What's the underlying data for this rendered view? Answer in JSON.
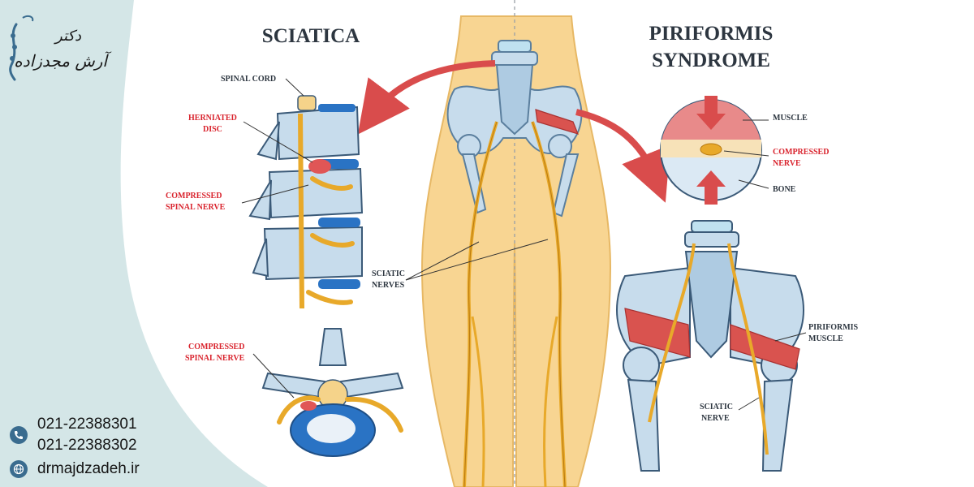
{
  "brand": {
    "line1": "دکتر",
    "line2": "آرش مجدزاده",
    "logo_icon": "spine-logo-icon"
  },
  "contact": {
    "phone_icon": "phone-icon",
    "phones": [
      "021-22388301",
      "021-22388302"
    ],
    "web_icon": "globe-icon",
    "website": "drmajdzadeh.ir"
  },
  "diagram": {
    "titles": {
      "sciatica": "SCIATICA",
      "piriformis_1": "PIRIFORMIS",
      "piriformis_2": "SYNDROME"
    },
    "labels": {
      "spinal_cord": "SPINAL CORD",
      "herniated_1": "HERNIATED",
      "herniated_2": "DISC",
      "compressed_spinal_1": "COMPRESSED",
      "compressed_spinal_2": "SPINAL NERVE",
      "compressed_spinal_b1": "COMPRESSED",
      "compressed_spinal_b2": "SPINAL NERVE",
      "sciatic_1": "SCIATIC",
      "sciatic_2": "NERVES",
      "muscle": "MUSCLE",
      "compressed_nerve_1": "COMPRESSED",
      "compressed_nerve_2": "NERVE",
      "bone": "BONE",
      "piriformis_muscle_1": "PIRIFORMIS",
      "piriformis_muscle_2": "MUSCLE",
      "sciatic_nerve_1": "SCIATIC",
      "sciatic_nerve_2": "NERVE"
    },
    "colors": {
      "skin": "#f8d592",
      "bone": "#c7dcec",
      "bone_dark": "#8fb3d0",
      "disc": "#2a73c4",
      "nerve": "#e8a92a",
      "muscle": "#d9534f",
      "label_red": "#d9232d",
      "label_dark": "#2d3640",
      "sidebar": "#d4e6e7"
    }
  }
}
